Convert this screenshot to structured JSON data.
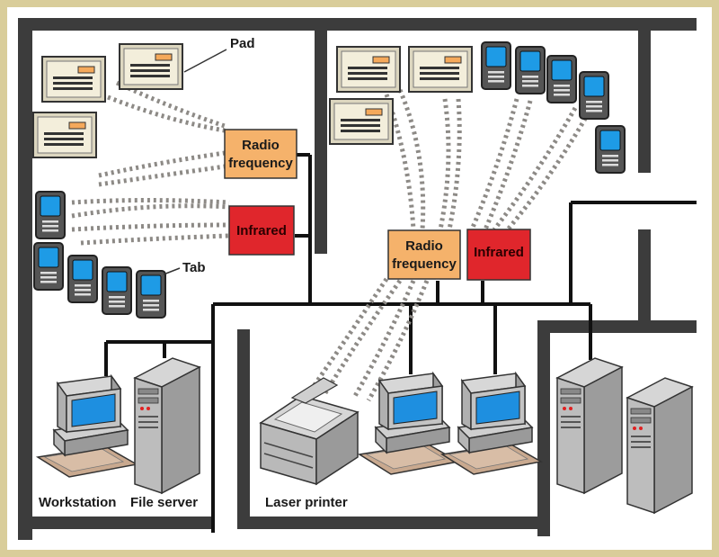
{
  "labels": {
    "pad": "Pad",
    "tab": "Tab",
    "radio_frequency_left": [
      "Radio",
      "frequency"
    ],
    "infrared_left": "Infrared",
    "radio_frequency_right": [
      "Radio",
      "frequency"
    ],
    "infrared_right": "Infrared",
    "workstation": "Workstation",
    "file_server": "File server",
    "laser_printer": "Laser printer"
  },
  "colors": {
    "frame": "#d9cd9a",
    "wall": "#3c3c3c",
    "radio_frequency": "#f5b26b",
    "infrared": "#e0262c",
    "pad_body": "#f3eedb",
    "pad_accent": "#f5a95b",
    "tab_screen": "#1e9be6",
    "monitor_screen": "#1e8fe0",
    "wave": "#8d8a86"
  },
  "icons": [
    "pad-device-icon",
    "tab-device-icon",
    "workstation-icon",
    "file-server-icon",
    "laser-printer-icon"
  ]
}
